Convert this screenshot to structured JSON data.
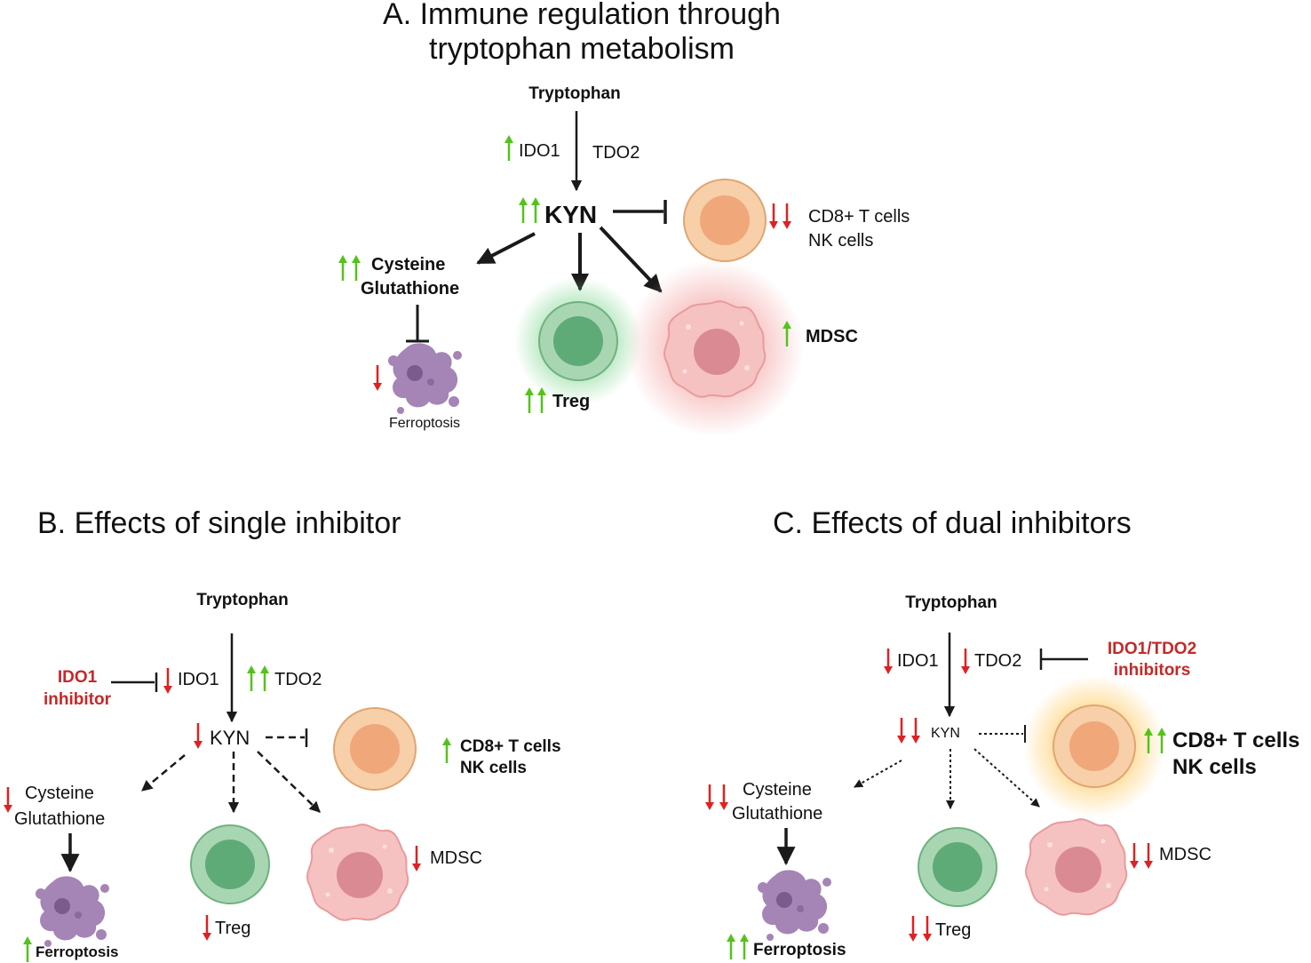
{
  "colors": {
    "up_arrow": "#55c21c",
    "down_arrow": "#dd2222",
    "inhibitor_text": "#c62828",
    "line": "#1a1a1a",
    "t_cell": "#f5c79d",
    "treg": "#8fc99e",
    "mdsc": "#f4b3b3",
    "ferroptosis": "#a584b6"
  },
  "icons": [
    "arrow-up-icon",
    "arrow-down-icon",
    "t-cell-icon",
    "treg-cell-icon",
    "mdsc-cell-icon",
    "ferroptosis-cell-icon"
  ],
  "panel_a": {
    "title_line1": "A. Immune regulation through",
    "title_line2": "tryptophan metabolism",
    "tryptophan": "Tryptophan",
    "ido1": "IDO1",
    "tdo2": "TDO2",
    "kyn": "KYN",
    "cd8": "CD8+ T cells",
    "nk": "NK cells",
    "cysteine": "Cysteine",
    "glutathione": "Glutathione",
    "ferroptosis": "Ferroptosis",
    "treg": "Treg",
    "mdsc": "MDSC"
  },
  "panel_b": {
    "title": "B. Effects of single inhibitor",
    "tryptophan": "Tryptophan",
    "inhibitor_line1": "IDO1",
    "inhibitor_line2": "inhibitor",
    "ido1": "IDO1",
    "tdo2": "TDO2",
    "kyn": "KYN",
    "cd8": "CD8+ T cells",
    "nk": "NK cells",
    "cysteine": "Cysteine",
    "glutathione": "Glutathione",
    "ferroptosis": "Ferroptosis",
    "treg": "Treg",
    "mdsc": "MDSC"
  },
  "panel_c": {
    "title": "C. Effects of dual inhibitors",
    "tryptophan": "Tryptophan",
    "inhibitor_line1": "IDO1/TDO2",
    "inhibitor_line2": "inhibitors",
    "ido1": "IDO1",
    "tdo2": "TDO2",
    "kyn": "KYN",
    "cd8": "CD8+ T cells",
    "nk": "NK cells",
    "cysteine": "Cysteine",
    "glutathione": "Glutathione",
    "ferroptosis": "Ferroptosis",
    "treg": "Treg",
    "mdsc": "MDSC"
  }
}
